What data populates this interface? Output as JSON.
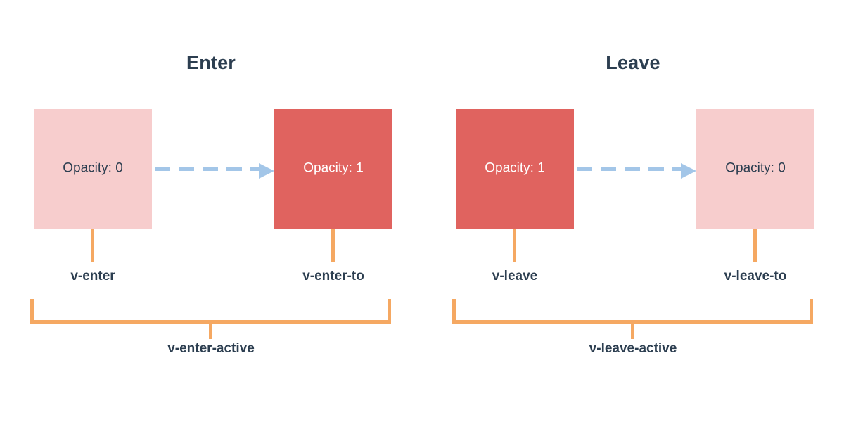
{
  "colors": {
    "background": "#ffffff",
    "box_light": "#F7CDCD",
    "box_solid": "#E0635F",
    "arrow": "#A3C6E8",
    "bracket": "#F5A862",
    "text_dark": "#2c3e50",
    "text_light": "#ffffff"
  },
  "panels": [
    {
      "id": "enter",
      "title": "Enter",
      "from_box": {
        "label": "Opacity: 0",
        "fill": "light"
      },
      "to_box": {
        "label": "Opacity: 1",
        "fill": "solid"
      },
      "from_class": "v-enter",
      "to_class": "v-enter-to",
      "active_class": "v-enter-active"
    },
    {
      "id": "leave",
      "title": "Leave",
      "from_box": {
        "label": "Opacity: 1",
        "fill": "solid"
      },
      "to_box": {
        "label": "Opacity: 0",
        "fill": "light"
      },
      "from_class": "v-leave",
      "to_class": "v-leave-to",
      "active_class": "v-leave-active"
    }
  ]
}
